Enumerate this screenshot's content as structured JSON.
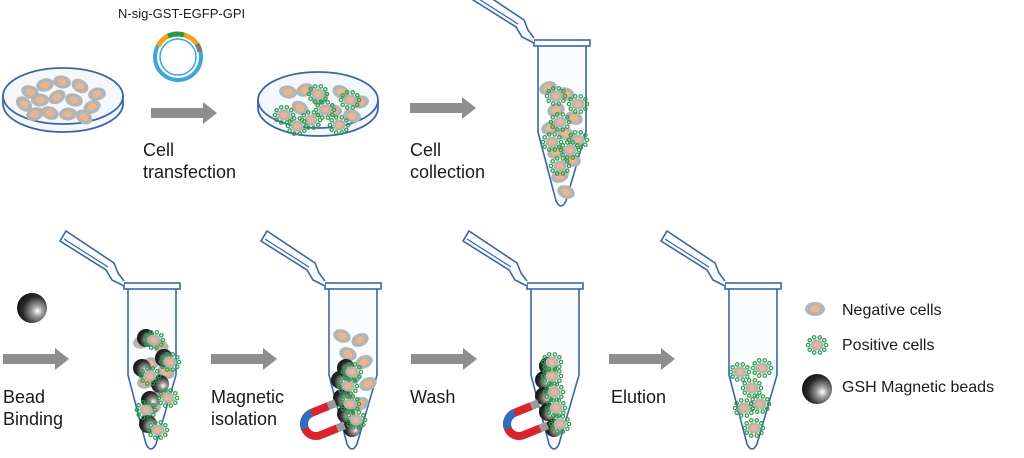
{
  "plasmid": {
    "label": "N-sig-GST-EGFP-GPI"
  },
  "steps": {
    "transfection": [
      "Cell",
      "transfection"
    ],
    "collection": [
      "Cell",
      "collection"
    ],
    "binding": [
      "Bead",
      "Binding"
    ],
    "isolation": [
      "Magnetic",
      "isolation"
    ],
    "wash": [
      "Wash"
    ],
    "elution": [
      "Elution"
    ]
  },
  "legend": {
    "negative": "Negative cells",
    "positive": "Positive cells",
    "beads": "GSH Magnetic beads"
  },
  "colors": {
    "outline": "#3a66a8",
    "cell_body": "#b4b4b4",
    "cell_nucleus": "#e9b690",
    "positive_ring": "#2f9a4a",
    "arrow": "#8e8e8e",
    "bead_dark": "#1b1b1b",
    "magnet_red": "#d9242b",
    "magnet_blue": "#2f6dc4",
    "plasmid_blue": "#3aa6dc",
    "plasmid_orange": "#f2a21c",
    "plasmid_green": "#2e9a3e",
    "plasmid_gray": "#7a7a7a"
  }
}
